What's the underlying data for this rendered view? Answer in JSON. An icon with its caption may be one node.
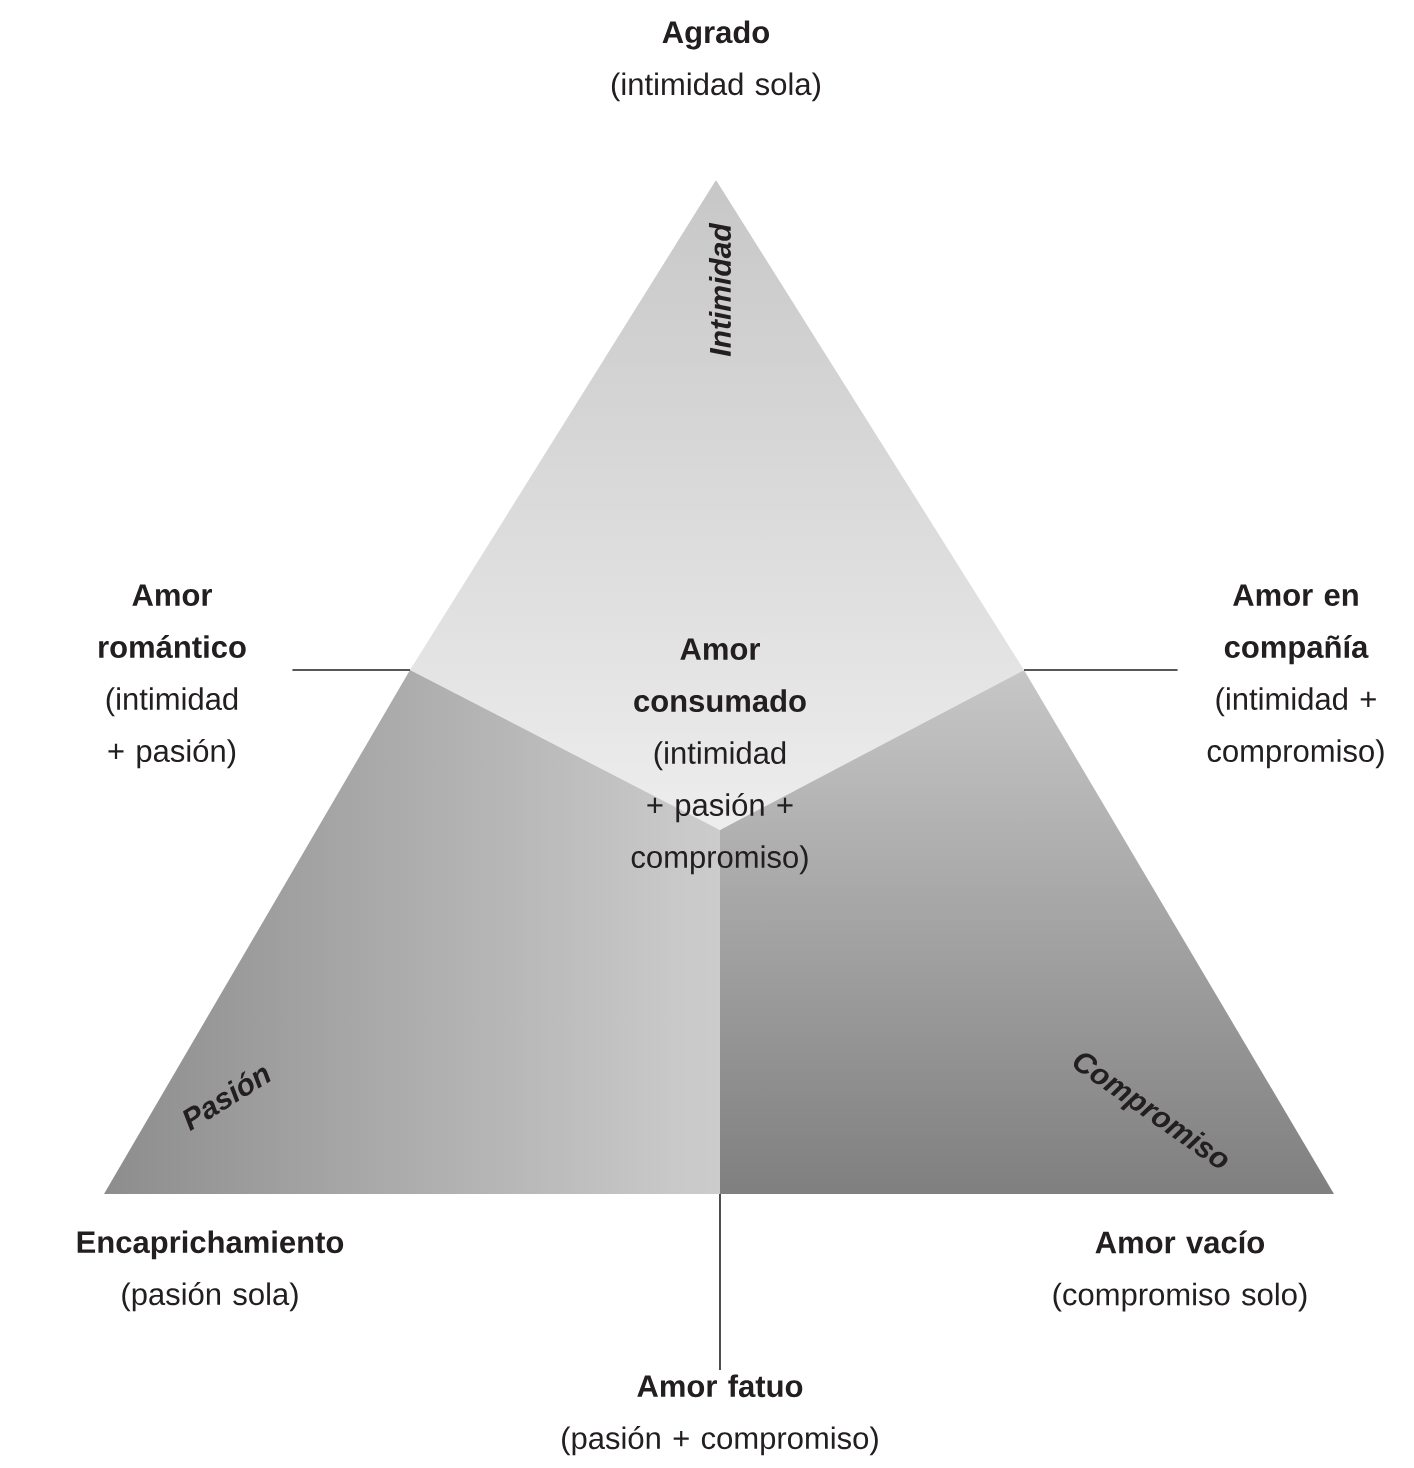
{
  "diagram": {
    "nodes": [
      {
        "text": [
          "Agrado",
          "(intimidad sola)"
        ]
      },
      {
        "text": [
          "Amor romántico",
          "(intimidad + pasión)"
        ]
      },
      {
        "text": [
          "Amor consumado",
          "(intimidad + pasión + compromiso)"
        ]
      },
      {
        "text": [
          "Amor en compañía",
          "(intimidad + compromiso)"
        ]
      },
      {
        "text": [
          "Encaprichamiento",
          "(pasión sola)"
        ]
      },
      {
        "text": [
          "Amor vacío",
          "(compromiso solo)"
        ]
      },
      {
        "text": [
          "Amor fatuo",
          "(pasión + compromiso)"
        ]
      }
    ],
    "edges": [
      {
        "from": 1,
        "to": null,
        "arrow": "none"
      },
      {
        "from": 3,
        "to": null,
        "arrow": "none"
      },
      {
        "from": 6,
        "to": null,
        "arrow": "none"
      }
    ],
    "labels": [
      "Intimidad",
      "Pasión",
      "Compromiso"
    ]
  }
}
